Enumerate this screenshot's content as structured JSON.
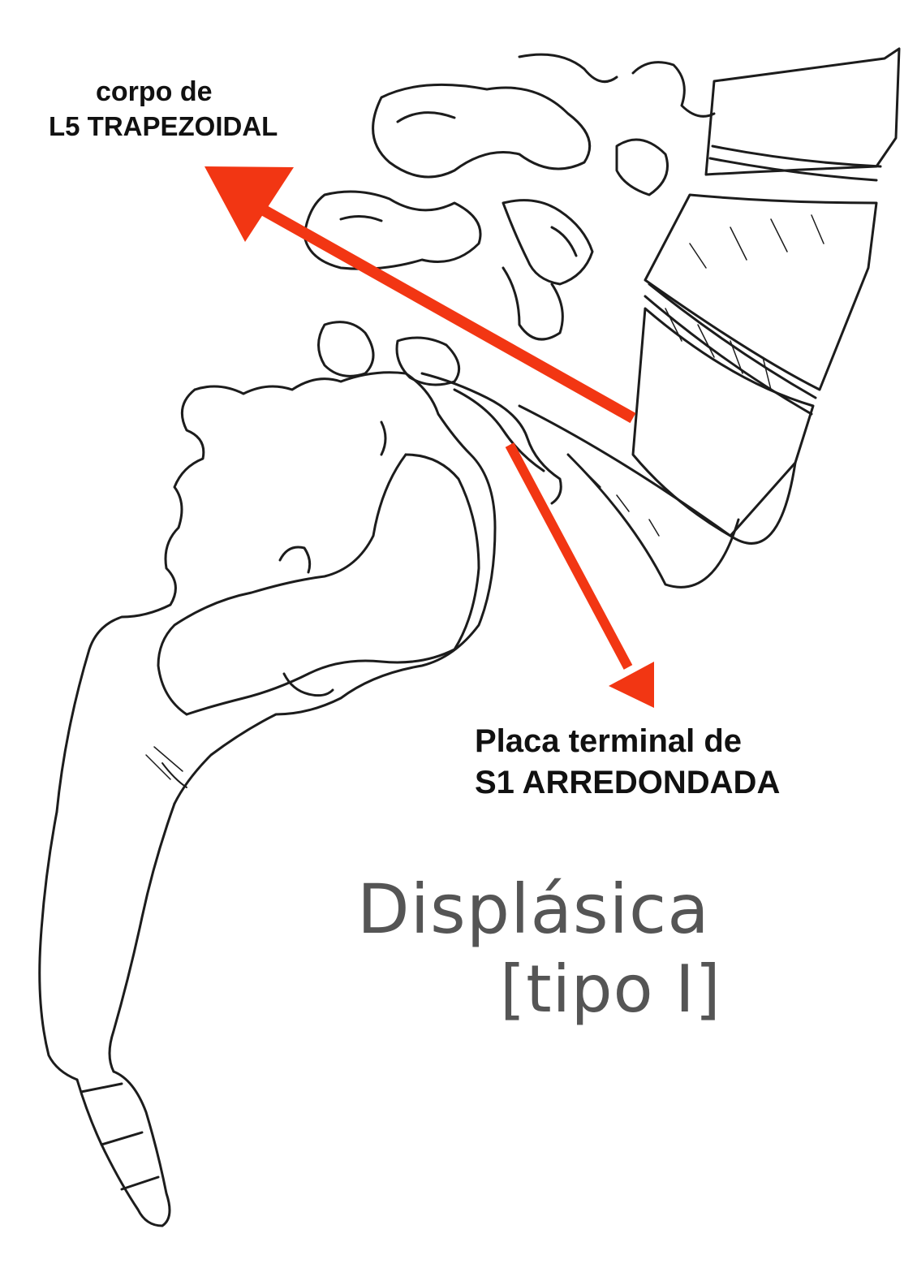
{
  "labels": {
    "l5_line1": "corpo de",
    "l5_line2": "L5 TRAPEZOIDAL",
    "s1_line1": "Placa terminal de",
    "s1_line2": "S1 ARREDONDADA"
  },
  "caption": {
    "line1": "Displásica",
    "line2": "[tipo I]"
  },
  "colors": {
    "arrow": "#f23613",
    "ink": "#111111",
    "caption": "#555555"
  }
}
